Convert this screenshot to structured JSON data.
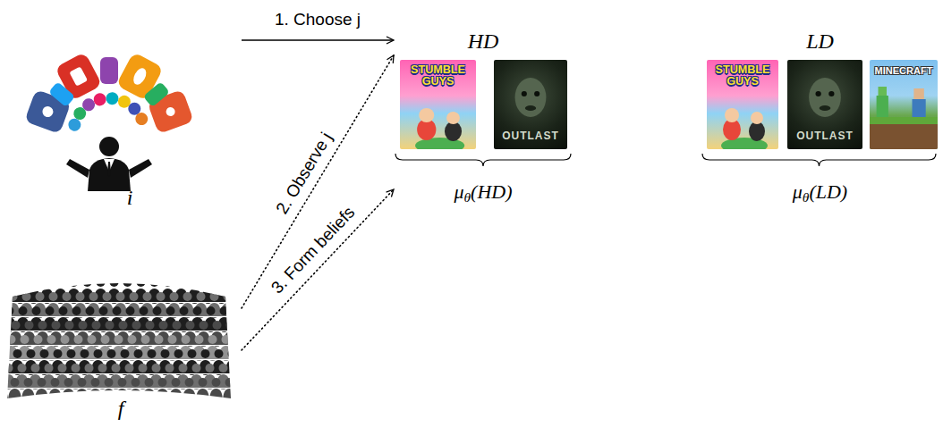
{
  "diagram": {
    "nodes": [
      {
        "text": [
          "i"
        ]
      },
      {
        "text": [
          "HD",
          "μθ(HD)"
        ]
      },
      {
        "text": [
          "STUMBLE GUYS"
        ],
        "in": 1
      },
      {
        "text": [
          "OUTLAST"
        ],
        "in": 1
      },
      {
        "text": [
          "LD",
          "μθ(LD)"
        ]
      },
      {
        "text": [
          "STUMBLE GUYS"
        ],
        "in": 4
      },
      {
        "text": [
          "OUTLAST"
        ],
        "in": 4
      },
      {
        "text": [
          "MINECRAFT"
        ],
        "in": 4
      },
      {
        "text": [
          "f"
        ]
      }
    ],
    "edges": [
      {
        "from": 0,
        "to": 1,
        "arrow": "to",
        "label": "1. Choose j"
      },
      {
        "from": 8,
        "to": 1,
        "arrow": "to",
        "label": "2. Observe j"
      },
      {
        "from": 8,
        "to": 1,
        "arrow": "to",
        "label": "3. Form beliefs"
      }
    ]
  }
}
